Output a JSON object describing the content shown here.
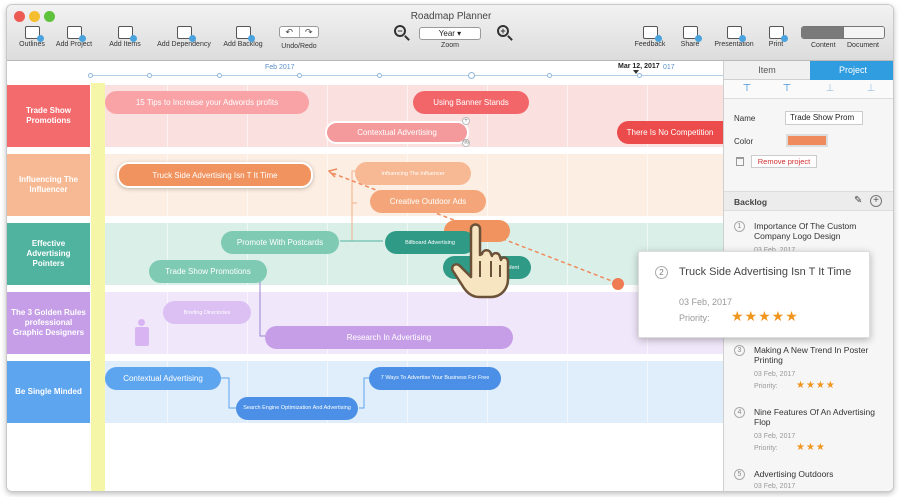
{
  "window": {
    "title": "Roadmap Planner"
  },
  "toolbar": {
    "outlines": "Outlines",
    "add_project": "Add Project",
    "add_items": "Add Items",
    "add_dependency": "Add Dependency",
    "add_backlog": "Add Backlog",
    "undo_redo": "Undo/Redo",
    "undo_icon": "↶",
    "redo_icon": "↷",
    "zoom_value": "Year ▾",
    "zoom_label": "Zoom",
    "zoom_out": "−",
    "zoom_in": "+",
    "feedback": "Feedback",
    "share": "Share",
    "presentation": "Presentation",
    "print": "Print",
    "content": "Content",
    "document": "Document"
  },
  "timeline": {
    "month_label": "Feb 2017",
    "marker_label": "Mar 12, 2017",
    "marker_tail": "017"
  },
  "lanes": [
    {
      "label": "Trade Show Promotions",
      "color": "#f46b6e",
      "band": "#fbe0e0"
    },
    {
      "label": "Influencing The Influencer",
      "color": "#f7b993",
      "band": "#fdeee3"
    },
    {
      "label": "Effective Advertising Pointers",
      "color": "#4fb3a0",
      "band": "#dbefe9"
    },
    {
      "label": "The 3 Golden Rules professional Graphic Designers",
      "color": "#c69ee8",
      "band": "#f1e7fb"
    },
    {
      "label": "Be Single Minded",
      "color": "#5ea5ef",
      "band": "#e0edfb"
    }
  ],
  "items": {
    "i1": "15 Tips to Increase your Adwords profits",
    "i2": "Using Banner Stands",
    "i3": "Contextual Advertising",
    "i4": "There Is No Competition",
    "i5": "Truck Side Advertising Isn T It Time",
    "i6": "Influencing The Influencer",
    "i7": "Creative Outdoor Ads",
    "i8": "Promote With Postcards",
    "i9": "Billboard Advertising",
    "i10": "What Went",
    "i11": "Trade Show Promotions",
    "i12": "Briefing Directories",
    "i13": "Research In Advertising",
    "i14": "Contextual Advertising",
    "i15": "Search Engine Optimization And Advertising",
    "i16": "7 Ways To Advertise Your Business For Free"
  },
  "panel": {
    "tab_item": "Item",
    "tab_project": "Project",
    "name_label": "Name",
    "name_value": "Trade Show Prom",
    "color_label": "Color",
    "color_value": "#ee8a5c",
    "remove_label": "Remove project",
    "backlog_title": "Backlog",
    "edit_icon": "✎",
    "add_icon": "+",
    "priority_label": "Priority:",
    "backlog": [
      {
        "num": "1",
        "title": "Importance Of The Custom Company Logo Design",
        "date": "03 Feb, 2017"
      },
      {
        "num": "3",
        "title": "Making A New Trend In Poster Printing",
        "date": "03 Feb, 2017",
        "stars": "★★★★"
      },
      {
        "num": "4",
        "title": "Nine Features Of An Advertising Flop",
        "date": "03 Feb, 2017",
        "stars": "★★★"
      },
      {
        "num": "5",
        "title": "Advertising Outdoors",
        "date": "03 Feb, 2017"
      }
    ]
  },
  "tooltip": {
    "num": "2",
    "title": "Truck Side Advertising Isn T It Time",
    "date": "03 Feb, 2017",
    "priority_label": "Priority:",
    "stars": "★★★★★"
  },
  "cursor": {
    "icon": "hand-pointer-icon"
  }
}
